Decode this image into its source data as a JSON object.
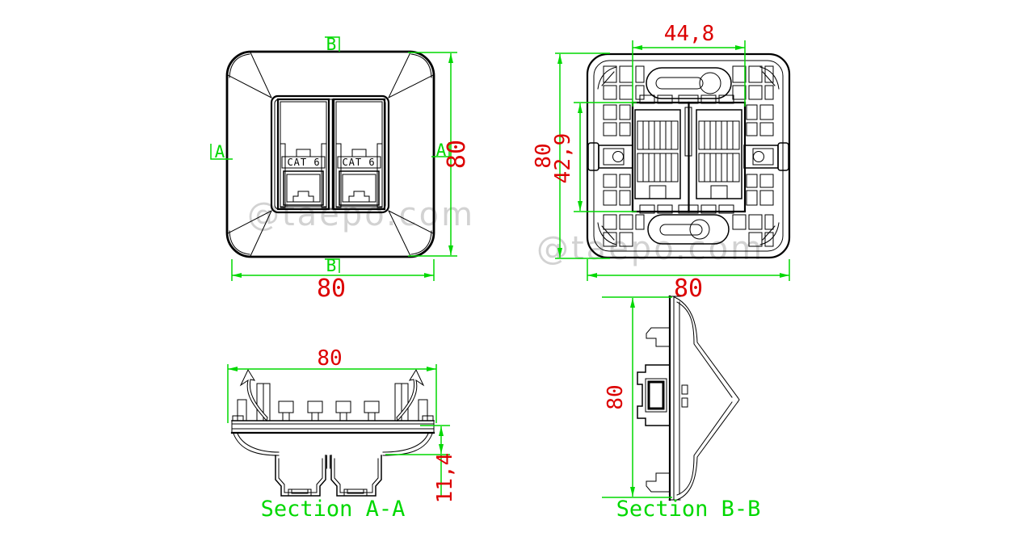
{
  "drawing": {
    "watermark": "@taepo.com",
    "colors": {
      "object_lines": "#000000",
      "dimension_lines": "#00d800",
      "dimension_text": "#dc0000",
      "watermark": "#cbcbcb",
      "background": "#ffffff"
    },
    "views": {
      "front": {
        "name": "front-view",
        "jack_labels": [
          "CAT 6",
          "CAT 6"
        ],
        "markers": {
          "top": "B",
          "bottom": "B",
          "left": "A",
          "right": "A"
        },
        "dims": {
          "width": "80",
          "height": "80"
        }
      },
      "back": {
        "name": "back-view",
        "dims": {
          "width": "80",
          "height": "80",
          "cutout_width": "44,8",
          "cutout_height": "42,9"
        }
      },
      "section_aa": {
        "label": "Section A-A",
        "dims": {
          "width": "80",
          "depth": "11,4"
        }
      },
      "section_bb": {
        "label": "Section B-B",
        "dims": {
          "height": "80"
        }
      }
    }
  }
}
